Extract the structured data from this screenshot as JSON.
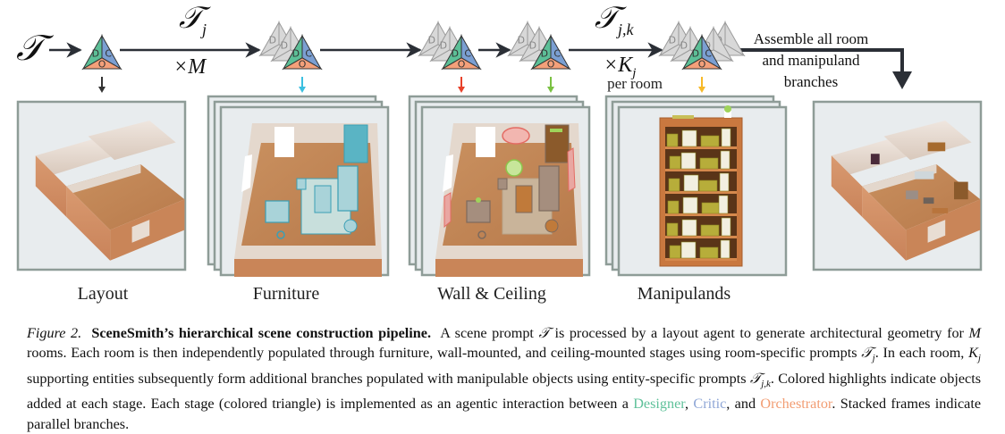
{
  "figure": {
    "colors": {
      "designer": "#5cbf97",
      "critic": "#7b9fd2",
      "orchestrator": "#f4a07a",
      "ghost": "#d8d8d8",
      "layout_arrow": "#333333",
      "furniture_arrow": "#3bbfe0",
      "wall_arrow": "#e8412a",
      "ceiling_arrow": "#7ac142",
      "manipuland_arrow": "#f7b928",
      "frame_border": "#8e9c97",
      "frame_fill": "#e8ecee"
    },
    "triangle_letters": {
      "designer": "D",
      "critic": "C",
      "orchestrator": "O"
    },
    "input_prompt": "𝒯",
    "edge_room": {
      "prompt": "𝒯",
      "prompt_sub": "j",
      "multiplier": "×M"
    },
    "edge_entity": {
      "prompt": "𝒯",
      "prompt_sub": "j,k",
      "multiplier": "×K",
      "multiplier_sub": "j",
      "note": "per room"
    },
    "assemble_text": [
      "Assemble all room",
      "and manipuland",
      "branches"
    ],
    "stages": [
      {
        "label": "Layout",
        "arrow": "layout_arrow",
        "stacked": false
      },
      {
        "label": "Furniture",
        "arrow": "furniture_arrow",
        "stacked": true
      },
      {
        "label": "Wall & Ceiling",
        "arrow": "wall_arrow",
        "stacked": true
      },
      {
        "label": "",
        "arrow": "ceiling_arrow",
        "stacked": true
      },
      {
        "label": "Manipulands",
        "arrow": "manipuland_arrow",
        "stacked": true
      }
    ],
    "panels": [
      {
        "name": "layout-render",
        "label": "Layout",
        "description": "empty multi-room house shell"
      },
      {
        "name": "furniture-render",
        "label": "Furniture",
        "description": "room with furniture highlighted in blue"
      },
      {
        "name": "wall-ceiling-render",
        "label": "Wall & Ceiling",
        "description": "room with wall items in red and ceiling items in green"
      },
      {
        "name": "manipulands-render",
        "label": "Manipulands",
        "description": "bookshelf with objects highlighted in yellow"
      },
      {
        "name": "assembled-render",
        "label": "",
        "description": "final assembled house"
      }
    ]
  },
  "caption": {
    "figure_label": "Figure 2.",
    "title": "SceneSmith’s hierarchical scene construction pipeline.",
    "s1a": "A scene prompt ",
    "s1_sym": "𝒯",
    "s1b": " is processed by a layout agent to generate architectural geometry for ",
    "s1_M": "M",
    "s1c": " rooms. Each room is then independently populated through furniture, wall-mounted, and ceiling-mounted stages using room-specific prompts ",
    "s1_Tj": "𝒯",
    "s1_Tj_sub": "j",
    "s2a": ". In each room, ",
    "s2_K": "K",
    "s2_K_sub": "j",
    "s2b": " supporting entities subsequently form additional branches populated with manipulable objects using entity-specific prompts ",
    "s2_T": "𝒯",
    "s2_T_sub": "j,k",
    "s3": ". Colored highlights indicate objects added at each stage. Each stage (colored triangle) is implemented as an agentic interaction between a ",
    "designer": "Designer",
    "sep1": ", ",
    "critic": "Critic",
    "sep2": ", and ",
    "orchestrator": "Orchestrator",
    "s4": ". Stacked frames indicate parallel branches."
  }
}
